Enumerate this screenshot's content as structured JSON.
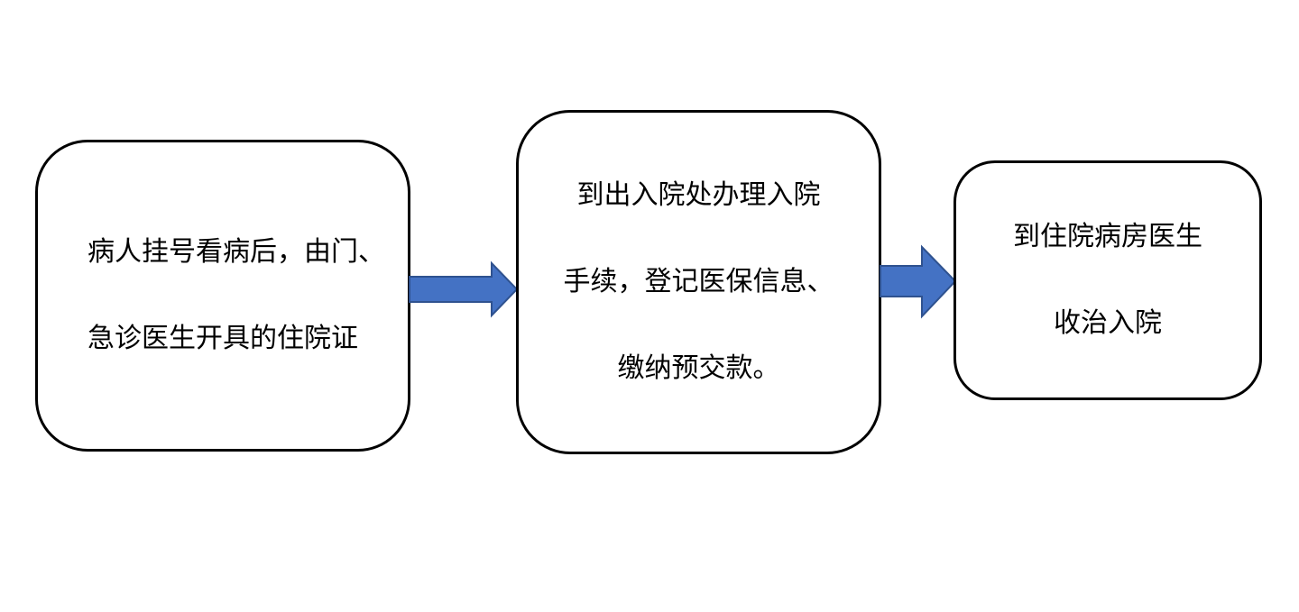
{
  "diagram": {
    "nodes": [
      {
        "id": "step-1",
        "lines": [
          "病人挂号看病后，由门、",
          "急诊医生开具的住院证"
        ]
      },
      {
        "id": "step-2",
        "lines": [
          "到出入院处办理入院",
          "手续，登记医保信息、",
          "缴纳预交款。"
        ]
      },
      {
        "id": "step-3",
        "lines": [
          "到住院病房医生",
          "收治入院"
        ]
      }
    ],
    "edges": [
      {
        "from": "step-1",
        "to": "step-2"
      },
      {
        "from": "step-2",
        "to": "step-3"
      }
    ],
    "colors": {
      "arrow_fill": "#4472c4",
      "arrow_stroke": "#2f528f",
      "box_border": "#000000",
      "background": "#ffffff"
    }
  }
}
